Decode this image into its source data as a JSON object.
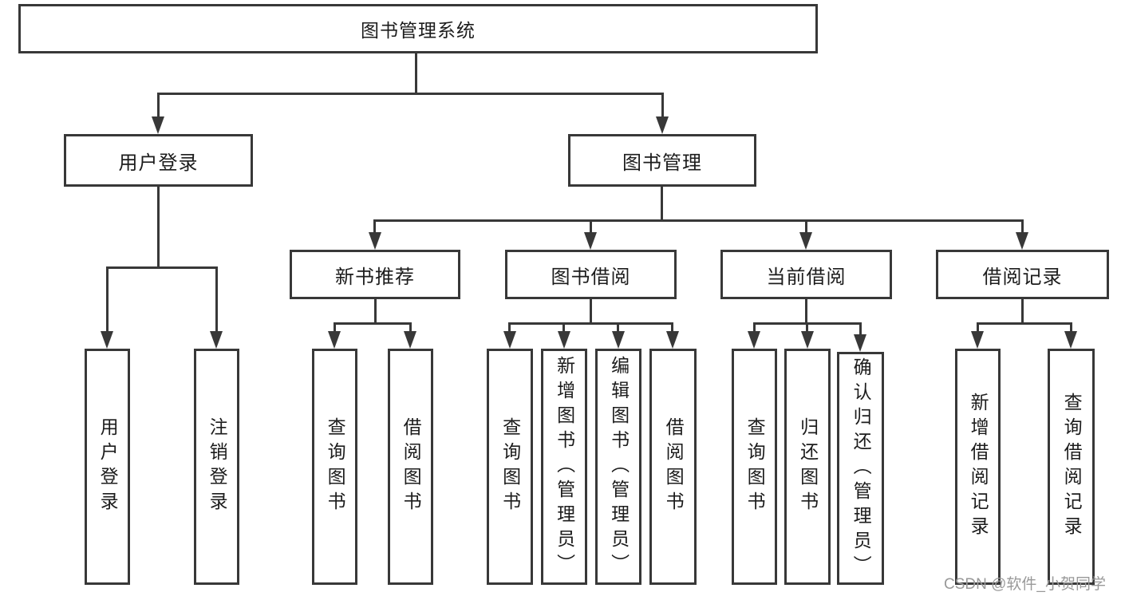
{
  "tree": {
    "label": "图书管理系统",
    "children": [
      {
        "label": "用户登录",
        "children": [
          {
            "label": "用户登录"
          },
          {
            "label": "注销登录"
          }
        ]
      },
      {
        "label": "图书管理",
        "children": [
          {
            "label": "新书推荐",
            "children": [
              {
                "label": "查询图书"
              },
              {
                "label": "借阅图书"
              }
            ]
          },
          {
            "label": "图书借阅",
            "children": [
              {
                "label": "查询图书"
              },
              {
                "label": "新增图书（管理员）"
              },
              {
                "label": "编辑图书（管理员）"
              },
              {
                "label": "借阅图书"
              }
            ]
          },
          {
            "label": "当前借阅",
            "children": [
              {
                "label": "查询图书"
              },
              {
                "label": "归还图书"
              },
              {
                "label": "确认归还（管理员）"
              }
            ]
          },
          {
            "label": "借阅记录",
            "children": [
              {
                "label": "新增借阅记录"
              },
              {
                "label": "查询借阅记录"
              }
            ]
          }
        ]
      }
    ]
  },
  "watermark": {
    "text": "CSDN @软件_小贺同学"
  },
  "colors": {
    "line": "#383838",
    "text": "#1c1c1c",
    "watermark": "#999999",
    "background": "#ffffff"
  }
}
